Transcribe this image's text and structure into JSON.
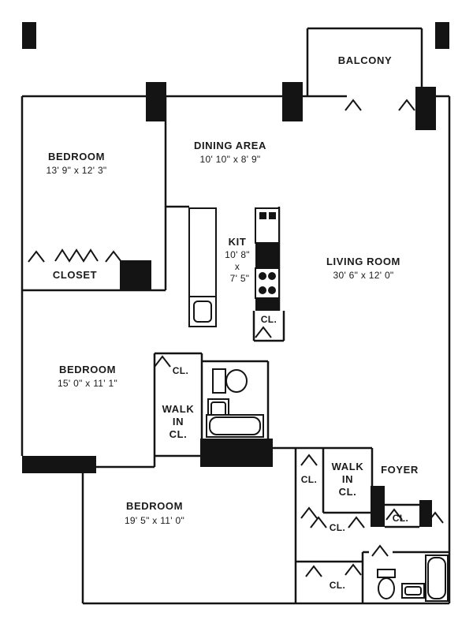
{
  "labels": {
    "balcony": "BALCONY",
    "bedroom1": {
      "name": "BEDROOM",
      "dims": "13' 9\" x 12' 3\""
    },
    "dining": {
      "name": "DINING AREA",
      "dims": "10' 10\" x 8' 9\""
    },
    "kitchen": {
      "name": "KIT",
      "w": "10' 8\"",
      "sep": "x",
      "h": "7' 5\""
    },
    "living": {
      "name": "LIVING ROOM",
      "dims": "30' 6\" x 12' 0\""
    },
    "closet": "CLOSET",
    "cl": "CL.",
    "bedroom2": {
      "name": "BEDROOM",
      "dims": "15' 0\" x 11' 1\""
    },
    "walkin": {
      "l1": "WALK",
      "l2": "IN",
      "l3": "CL."
    },
    "bedroom3": {
      "name": "BEDROOM",
      "dims": "19' 5\" x 11' 0\""
    },
    "foyer": "FOYER"
  },
  "colors": {
    "wall": "#141414",
    "background": "#ffffff"
  }
}
